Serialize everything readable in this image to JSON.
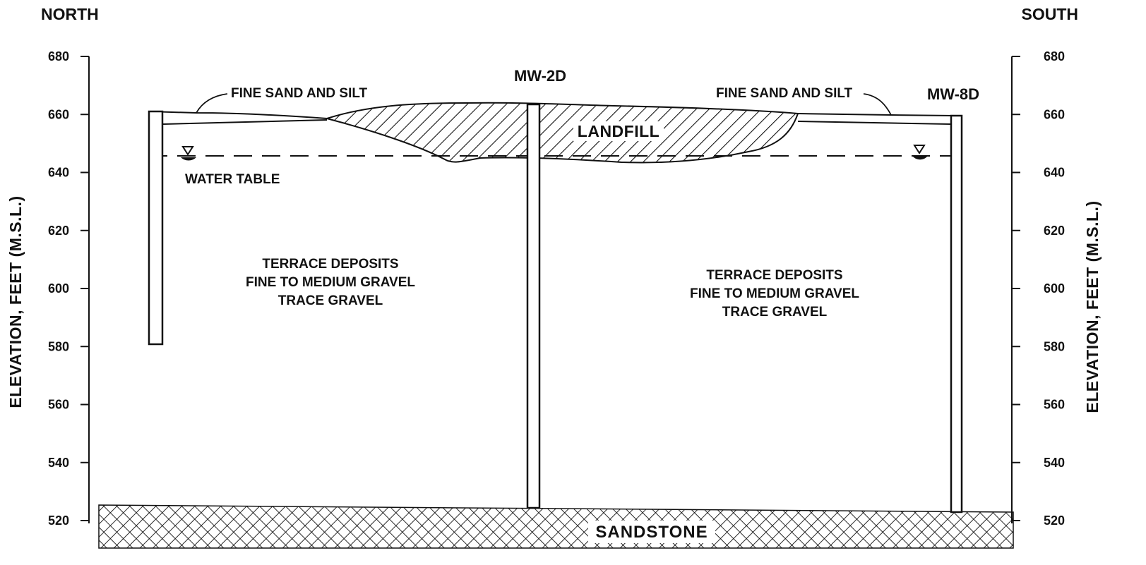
{
  "headers": {
    "north": "NORTH",
    "south": "SOUTH"
  },
  "axis": {
    "left_label": "ELEVATION, FEET (M.S.L.)",
    "right_label": "ELEVATION, FEET (M.S.L.)",
    "ticks": [
      "680",
      "660",
      "640",
      "620",
      "600",
      "580",
      "560",
      "540",
      "520"
    ],
    "range": [
      520,
      680
    ]
  },
  "wells": {
    "mw2d": "MW-2D",
    "mw8d": "MW-8D"
  },
  "labels": {
    "fine_sand_left": "FINE SAND AND SILT",
    "fine_sand_right": "FINE SAND AND SILT",
    "water_table": "WATER TABLE",
    "landfill": "LANDFILL",
    "sandstone": "SANDSTONE",
    "terrace_left": [
      "TERRACE DEPOSITS",
      "FINE TO MEDIUM GRAVEL",
      "TRACE GRAVEL"
    ],
    "terrace_right": [
      "TERRACE DEPOSITS",
      "FINE TO MEDIUM GRAVEL",
      "TRACE GRAVEL"
    ]
  }
}
